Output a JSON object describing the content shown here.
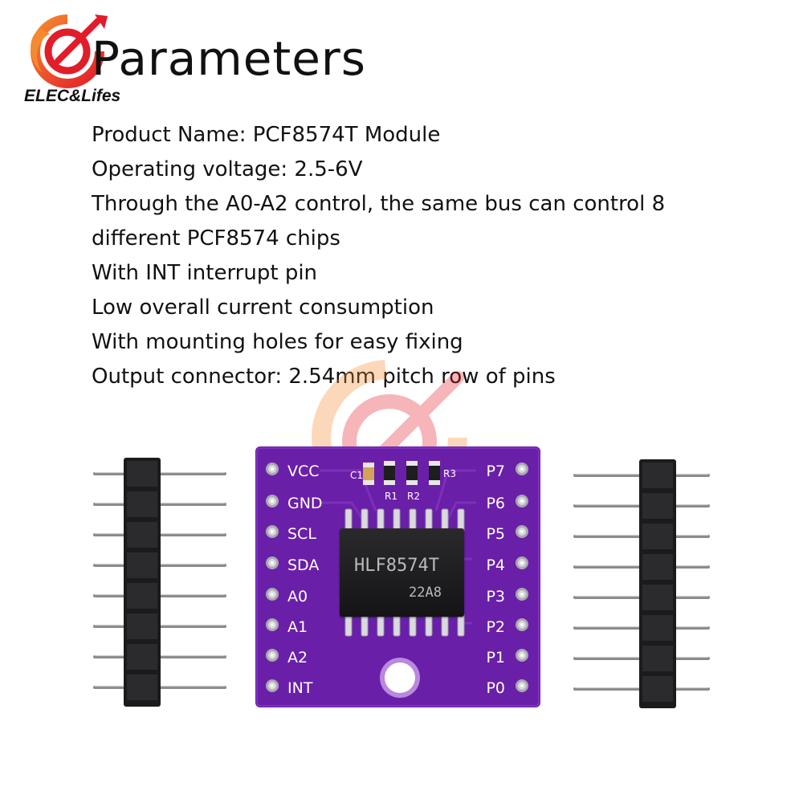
{
  "brand": {
    "name": "ELEC&Lifes",
    "colors": {
      "orange": "#f26a2e",
      "red": "#e11d2a",
      "board": "#6a1fa8"
    },
    "logo_icon": "target-arrow-logo-icon"
  },
  "title": "Parameters",
  "specs": [
    "Product Name:  PCF8574T Module",
    "Operating voltage: 2.5-6V",
    "Through the A0-A2 control, the same bus can control 8",
    "different PCF8574 chips",
    "With INT interrupt pin",
    "Low overall current consumption",
    "With mounting holes for easy fixing",
    "Output connector: 2.54mm pitch row of pins"
  ],
  "board": {
    "left_pins": [
      "VCC",
      "GND",
      "SCL",
      "SDA",
      "A0",
      "A1",
      "A2",
      "INT"
    ],
    "right_pins": [
      "P7",
      "P6",
      "P5",
      "P4",
      "P3",
      "P2",
      "P1",
      "P0"
    ],
    "components": [
      "C1",
      "R1",
      "R2",
      "R3"
    ],
    "chip": {
      "line1": "HLF8574T",
      "line2": "22A8"
    }
  }
}
